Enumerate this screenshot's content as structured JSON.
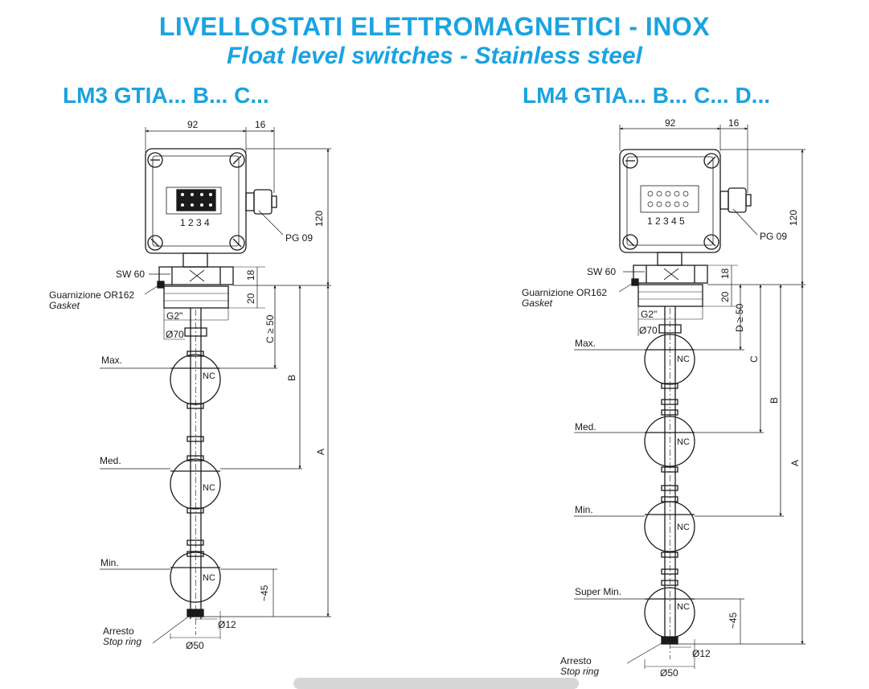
{
  "header": {
    "title": "LIVELLOSTATI ELETTROMAGNETICI - INOX",
    "subtitle": "Float level switches - Stainless steel"
  },
  "left": {
    "model": "LM3 GTIA... B... C...",
    "dim_width": "92",
    "dim_side": "16",
    "dim_height": "120",
    "terminals": "1 2 3 4",
    "pg": "PG 09",
    "sw": "SW 60",
    "gasket_it": "Guarnizione OR162",
    "gasket_en": "Gasket",
    "dim_18": "18",
    "dim_20": "20",
    "thread": "G2\"",
    "d70": "Ø70",
    "c_label": "C ≥ 50",
    "b_label": "B",
    "a_label": "A",
    "max": "Max.",
    "med": "Med.",
    "min": "Min.",
    "nc": "NC",
    "approx45": "~45",
    "d12": "Ø12",
    "d50": "Ø50",
    "stop_it": "Arresto",
    "stop_en": "Stop ring"
  },
  "right": {
    "model": "LM4 GTIA... B... C... D...",
    "dim_width": "92",
    "dim_side": "16",
    "dim_height": "120",
    "terminals": "1 2 3 4 5",
    "pg": "PG 09",
    "sw": "SW 60",
    "gasket_it": "Guarnizione OR162",
    "gasket_en": "Gasket",
    "dim_18": "18",
    "dim_20": "20",
    "thread": "G2\"",
    "d70": "Ø70",
    "d_label": "D ≥ 50",
    "c_label": "C",
    "b_label": "B",
    "a_label": "A",
    "max": "Max.",
    "med": "Med.",
    "min": "Min.",
    "supermin": "Super Min.",
    "nc": "NC",
    "approx45": "~45",
    "d12": "Ø12",
    "d50": "Ø50",
    "stop_it": "Arresto",
    "stop_en": "Stop ring"
  },
  "colors": {
    "accent": "#1aa3e0",
    "ink": "#1a1a1a"
  }
}
